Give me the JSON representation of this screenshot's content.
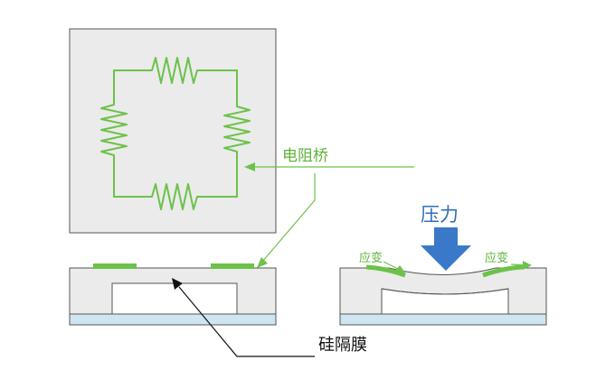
{
  "labels": {
    "resistor_bridge": "电阻桥",
    "silicon_diaphragm": "硅隔膜",
    "pressure": "压力",
    "strain_left": "应变",
    "strain_right": "应变"
  },
  "colors": {
    "green": "#6cc24a",
    "green_dark": "#4aa62a",
    "gray_fill": "#ebebeb",
    "outline": "#555555",
    "substrate": "#cfe6f2",
    "arrow_blue": "#3a78c8",
    "pressure_text": "#2f6fb8",
    "black": "#111111"
  },
  "icons": {
    "pressure_arrow": "down-arrow-icon",
    "resistor": "zigzag-resistor-icon"
  }
}
